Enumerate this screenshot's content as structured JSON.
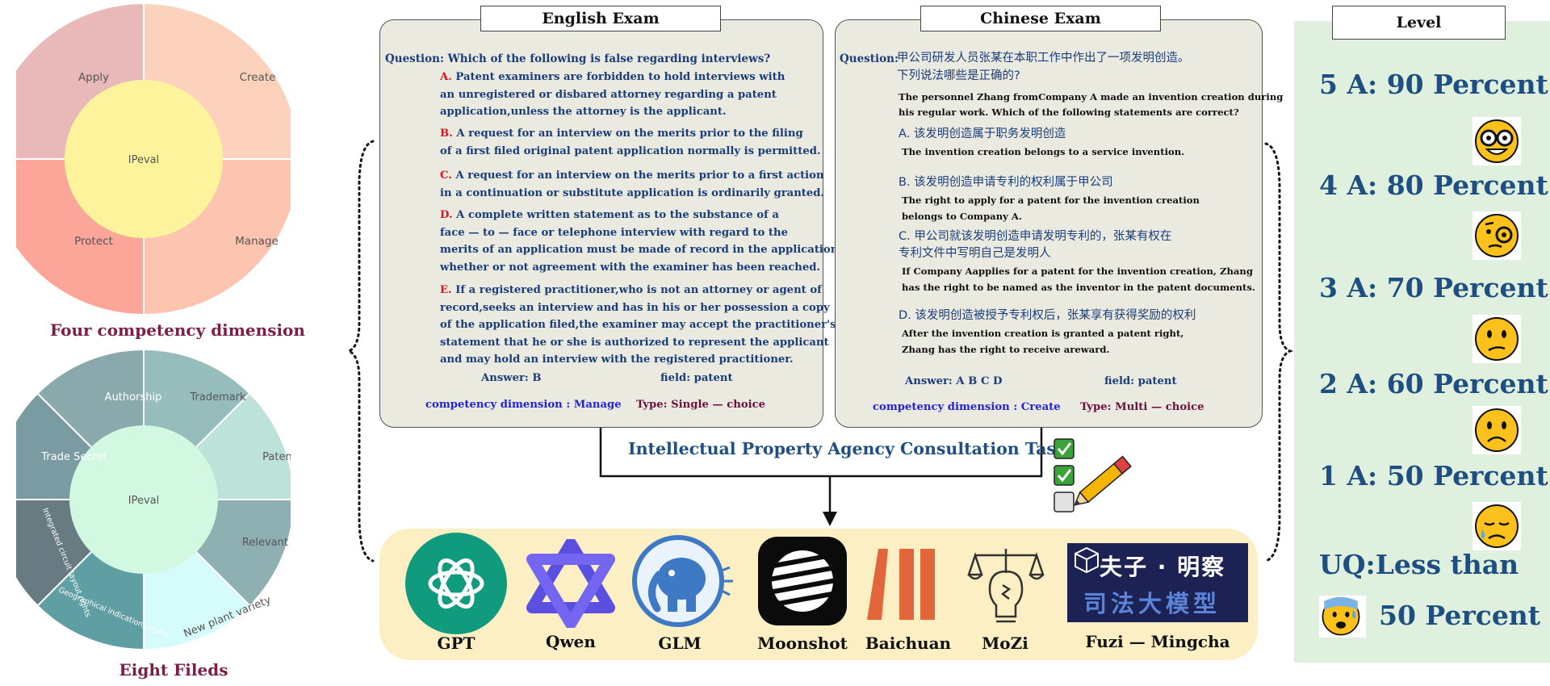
{
  "wheel_top": {
    "center": "IPeval",
    "segments": [
      "Apply",
      "Create",
      "Manage",
      "Protect"
    ],
    "colors": [
      "#e9b9b9",
      "#fdd2bd",
      "#fdc5b0",
      "#fca699"
    ],
    "center_color": "#fdf39c",
    "caption": "Four competency dimension"
  },
  "wheel_bottom": {
    "center": "IPeval",
    "segments": [
      "Trademark",
      "Patent",
      "Relevant laws",
      "New plant variety",
      "Geographical indications rights",
      "Integrated circuit layout rights",
      "Trade Secret",
      "Authorship"
    ],
    "colors": [
      "#96bdbc",
      "#bde2da",
      "#8fb0b2",
      "#d6fbfb",
      "#5f9ea3",
      "#687b82",
      "#7a9ba1",
      "#8aa9ad"
    ],
    "center_color": "#d3f8e2",
    "caption": "Eight Fileds"
  },
  "english_exam": {
    "title": "English Exam",
    "question": "Question: Which of the following is false regarding interviews?",
    "options": [
      {
        "letter": "A.",
        "lines": [
          "Patent examiners are forbidden to hold interviews with",
          "an unregistered or disbared attorney regarding a patent",
          "application,unless the attorney is the applicant."
        ]
      },
      {
        "letter": "B.",
        "lines": [
          "A request for an interview on the merits prior to the filing",
          "of a first filed original patent application normally is permitted."
        ]
      },
      {
        "letter": "C.",
        "lines": [
          "A request for an interview on the merits prior to a first action",
          "in a continuation or substitute application is ordinarily granted."
        ]
      },
      {
        "letter": "D.",
        "lines": [
          "A complete written statement as to the substance of a",
          "face — to — face or telephone interview with regard to the",
          "merits of an application must be made of record in the application,",
          "whether or not agreement with the examiner has been reached."
        ]
      },
      {
        "letter": "E.",
        "lines": [
          "If a registered practitioner,who is not an attorney or agent of",
          "record,seeks an interview and has in his or her possession a copy",
          "of the application filed,the examiner may accept the practitioner's",
          "statement that he or she is authorized to represent the applicant",
          "and may hold an interview with the registered practitioner."
        ]
      }
    ],
    "answer": "Answer: B",
    "field": "field: patent",
    "competency": "competency dimension : Manage",
    "type": "Type: Single — choice"
  },
  "chinese_exam": {
    "title": "Chinese Exam",
    "question_label": "Question:",
    "question_zh": [
      "甲公司研发人员张某在本职工作中作出了一项发明创造。",
      "下列说法哪些是正确的?"
    ],
    "question_en": [
      "The personnel Zhang fromCompany A made an invention creation during",
      "his regular work.  Which of the following statements are correct?"
    ],
    "options": [
      {
        "zh": [
          "A. 该发明创造属于职务发明创造"
        ],
        "en": [
          "The invention creation belongs to a service invention."
        ]
      },
      {
        "zh": [
          "B. 该发明创造申请专利的权利属于甲公司"
        ],
        "en": [
          "The right to apply for a patent for the invention creation",
          "belongs to Company A."
        ]
      },
      {
        "zh": [
          "C. 甲公司就该发明创造申请发明专利的，张某有权在",
          "专利文件中写明自己是发明人"
        ],
        "en": [
          "If Company Aapplies for a patent for the invention creation, Zhang",
          "has the right to be named as the inventor in the patent documents."
        ]
      },
      {
        "zh": [
          "D. 该发明创造被授予专利权后，张某享有获得奖励的权利"
        ],
        "en": [
          "After the invention creation is granted a patent right,",
          "Zhang has the right to receive areward."
        ]
      }
    ],
    "answer": "Answer: A B C D",
    "field": "field: patent",
    "competency": "competency dimension : Create",
    "type": "Type: Multi — choice"
  },
  "task": {
    "label": "Intellectual Property Agency Consultation Task"
  },
  "models": [
    {
      "name": "GPT",
      "icon": "gpt-icon"
    },
    {
      "name": "Qwen",
      "icon": "qwen-icon"
    },
    {
      "name": "GLM",
      "icon": "glm-icon"
    },
    {
      "name": "Moonshot",
      "icon": "moonshot-icon"
    },
    {
      "name": "Baichuan",
      "icon": "baichuan-icon"
    },
    {
      "name": "MoZi",
      "icon": "mozi-icon"
    },
    {
      "name": "Fuzi — Mingcha",
      "icon": "fuzi-mingcha-logo",
      "logo_lines": [
        "夫子 · 明察",
        "司法大模型"
      ]
    }
  ],
  "level": {
    "title": "Level",
    "items": [
      {
        "label": "5 A: 90  Percent",
        "icon": "nerd-face-icon"
      },
      {
        "label": "4 A: 80  Percent",
        "icon": "face-with-monocle-icon"
      },
      {
        "label": "3 A: 70  Percent",
        "icon": "confused-face-icon"
      },
      {
        "label": "2 A: 60  Percent",
        "icon": "slightly-frowning-face-icon"
      },
      {
        "label": "1 A: 50  Percent",
        "icon": "sad-relieved-face-icon"
      }
    ],
    "uq_label": "UQ:Less than",
    "uq_value": "50  Percent",
    "uq_icon": "anxious-face-with-sweat-icon"
  }
}
